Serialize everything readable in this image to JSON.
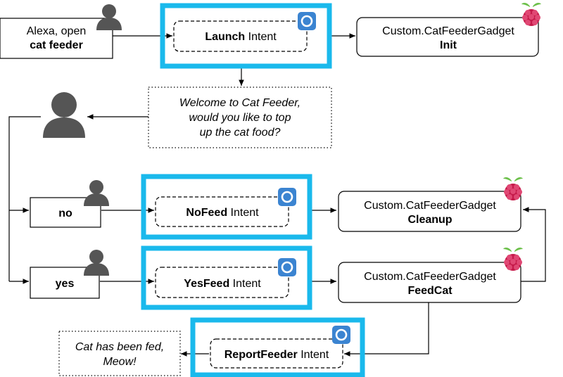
{
  "colors": {
    "intent_border": "#1ab9ec",
    "line": "#000000",
    "user_icon": "#555555",
    "alexa_icon": "#3b84d1",
    "raspberry": "#c51a4a",
    "leaf": "#6cc04a"
  },
  "icons": {
    "user": "user-silhouette-icon",
    "alexa": "alexa-logo-icon",
    "gadget": "raspberry-pi-icon"
  },
  "user_utterance": {
    "line1": "Alexa, open",
    "line2": "cat feeder"
  },
  "launch_intent": {
    "name": "Launch",
    "suffix": " Intent"
  },
  "init_gadget": {
    "line1": "Custom.CatFeederGadget",
    "line2": "Init"
  },
  "welcome_prompt": {
    "line1": "Welcome to Cat Feeder,",
    "line2": "would you like to top",
    "line3": "up the cat food?"
  },
  "answer_no": {
    "label": "no"
  },
  "answer_yes": {
    "label": "yes"
  },
  "nofeed_intent": {
    "name": "NoFeed",
    "suffix": " Intent"
  },
  "yesfeed_intent": {
    "name": "YesFeed",
    "suffix": " Intent"
  },
  "cleanup_gadget": {
    "line1": "Custom.CatFeederGadget",
    "line2": "Cleanup"
  },
  "feedcat_gadget": {
    "line1": "Custom.CatFeederGadget",
    "line2": "FeedCat"
  },
  "report_intent": {
    "name": "ReportFeeder",
    "suffix": " Intent"
  },
  "fed_prompt": {
    "line1": "Cat has been fed,",
    "line2": "Meow!"
  }
}
